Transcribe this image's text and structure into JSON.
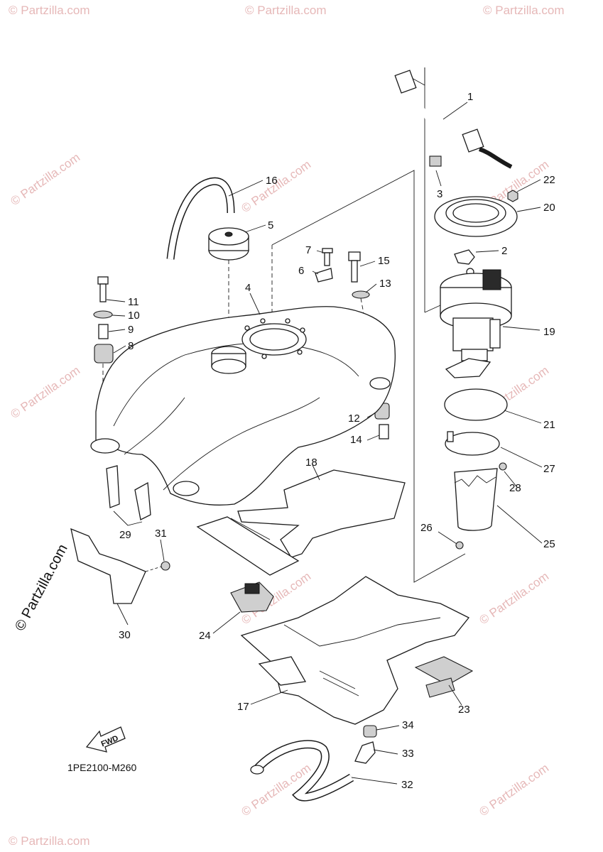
{
  "diagram_code": "1PE2100-M260",
  "copyright": "© Partzilla.com",
  "watermark": "© Partzilla.com",
  "fwd_label": "FWD",
  "callouts": {
    "c1": "1",
    "c2": "2",
    "c3": "3",
    "c4": "4",
    "c5": "5",
    "c6": "6",
    "c7": "7",
    "c8": "8",
    "c9": "9",
    "c10": "10",
    "c11": "11",
    "c12": "12",
    "c13": "13",
    "c14": "14",
    "c15": "15",
    "c16": "16",
    "c17": "17",
    "c18": "18",
    "c19": "19",
    "c20": "20",
    "c21": "21",
    "c22": "22",
    "c23": "23",
    "c24": "24",
    "c25": "25",
    "c26": "26",
    "c27": "27",
    "c28": "28",
    "c29": "29",
    "c30": "30",
    "c31": "31",
    "c32": "32",
    "c33": "33",
    "c34": "34"
  }
}
